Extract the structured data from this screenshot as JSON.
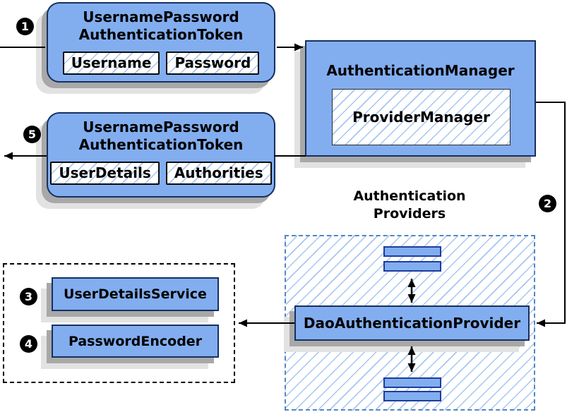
{
  "colors": {
    "box_fill": "#82AEF0",
    "border_dark": "#15305F",
    "border_blue": "#1D3D9E",
    "hatch_line": "#A6C6F2",
    "dashed_border": "#5385C4",
    "dotted_border": "#000000",
    "connector": "#000000",
    "shadow1": "#A8A8A8",
    "shadow2": "#E2E2E2"
  },
  "badges": {
    "step1": "1",
    "step2": "2",
    "step3": "3",
    "step4": "4",
    "step5": "5"
  },
  "request_token": {
    "title_line1": "UsernamePassword",
    "title_line2": "AuthenticationToken",
    "fields": [
      "Username",
      "Password"
    ]
  },
  "authentication_manager": {
    "title": "AuthenticationManager",
    "inner": "ProviderManager"
  },
  "response_token": {
    "title_line1": "UsernamePassword",
    "title_line2": "AuthenticationToken",
    "fields": [
      "UserDetails",
      "Authorities"
    ]
  },
  "providers": {
    "heading_line1": "Authentication",
    "heading_line2": "Providers",
    "provider": "DaoAuthenticationProvider"
  },
  "collaborators": {
    "items": [
      "UserDetailsService",
      "PasswordEncoder"
    ]
  }
}
